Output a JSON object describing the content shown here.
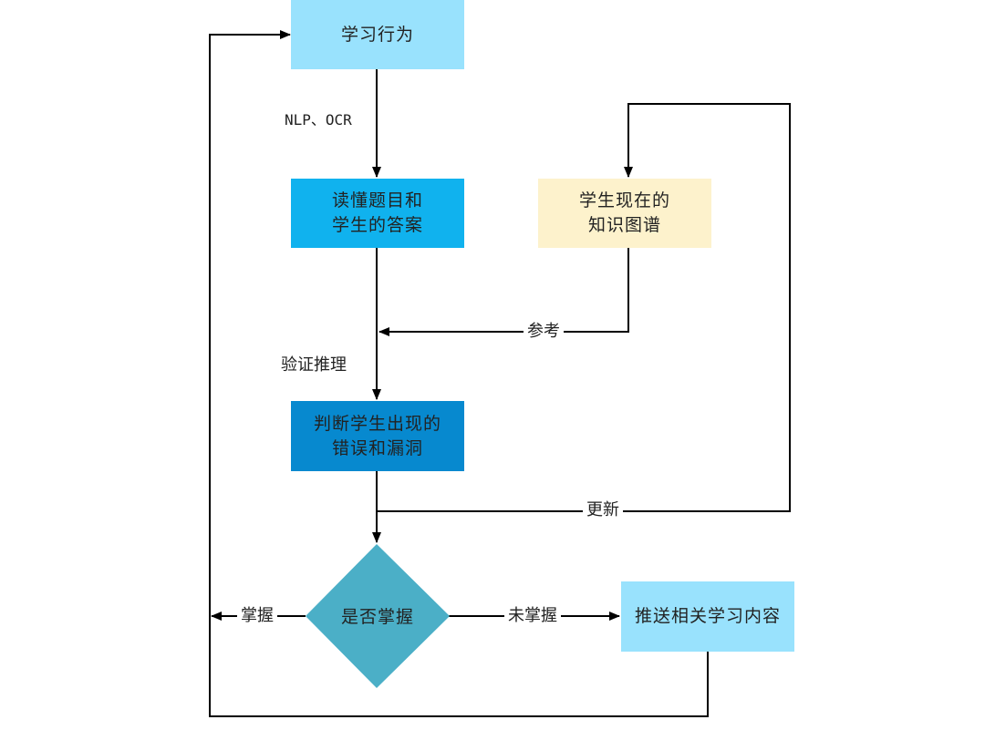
{
  "colors": {
    "learning_behavior": "#99e2fd",
    "read_question": "#10b2ee",
    "knowledge_graph": "#fdf2cc",
    "judge_errors": "#0789cf",
    "decision": "#4bafc7",
    "push_content": "#99e2fd",
    "line": "#000000"
  },
  "nodes": {
    "learning_behavior": "学习行为",
    "read_question": "读懂题目和\n学生的答案",
    "knowledge_graph": "学生现在的\n知识图谱",
    "judge_errors": "判断学生出现的\n错误和漏洞",
    "decision": "是否掌握",
    "push_content": "推送相关学习内容"
  },
  "edges": {
    "nlp_ocr": "NLP、OCR",
    "reference": "参考",
    "verify_reasoning": "验证推理",
    "update": "更新",
    "mastered": "掌握",
    "not_mastered": "未掌握"
  }
}
